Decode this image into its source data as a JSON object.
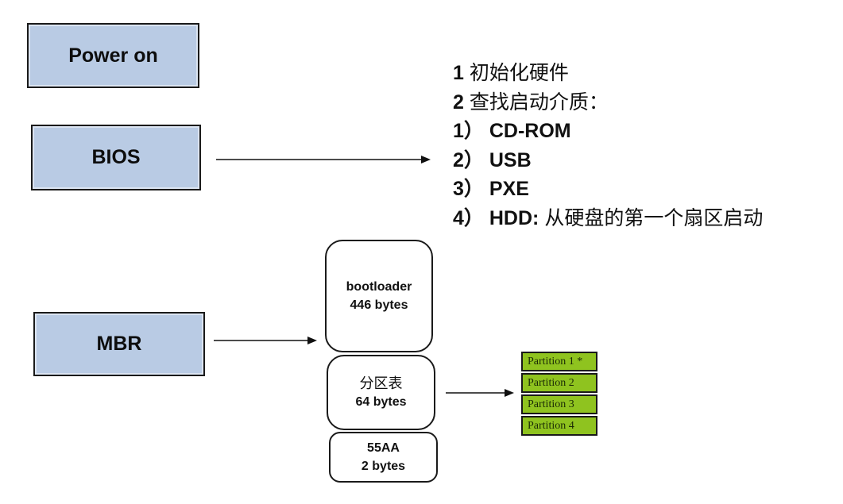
{
  "stages": {
    "power_on": "Power on",
    "bios": "BIOS",
    "mbr": "MBR"
  },
  "bios_steps": [
    {
      "num": "1",
      "text": "初始化硬件"
    },
    {
      "num": "2",
      "text": "查找启动介质："
    },
    {
      "num": "1）",
      "text": "CD-ROM"
    },
    {
      "num": "2）",
      "text": "USB"
    },
    {
      "num": "3）",
      "text": "PXE"
    },
    {
      "num": "4）",
      "text": "HDD:",
      "suffix": "从硬盘的第一个扇区启动"
    }
  ],
  "mbr_layout": [
    {
      "name": "bootloader",
      "size": "446 bytes"
    },
    {
      "name": "分区表",
      "size": "64 bytes"
    },
    {
      "name": "55AA",
      "size": "2 bytes"
    }
  ],
  "partitions": [
    "Partition 1 *",
    "Partition 2",
    "Partition 3",
    "Partition 4"
  ],
  "colors": {
    "stage_fill": "#b9cbe4",
    "partition_fill": "#8fc31f"
  }
}
